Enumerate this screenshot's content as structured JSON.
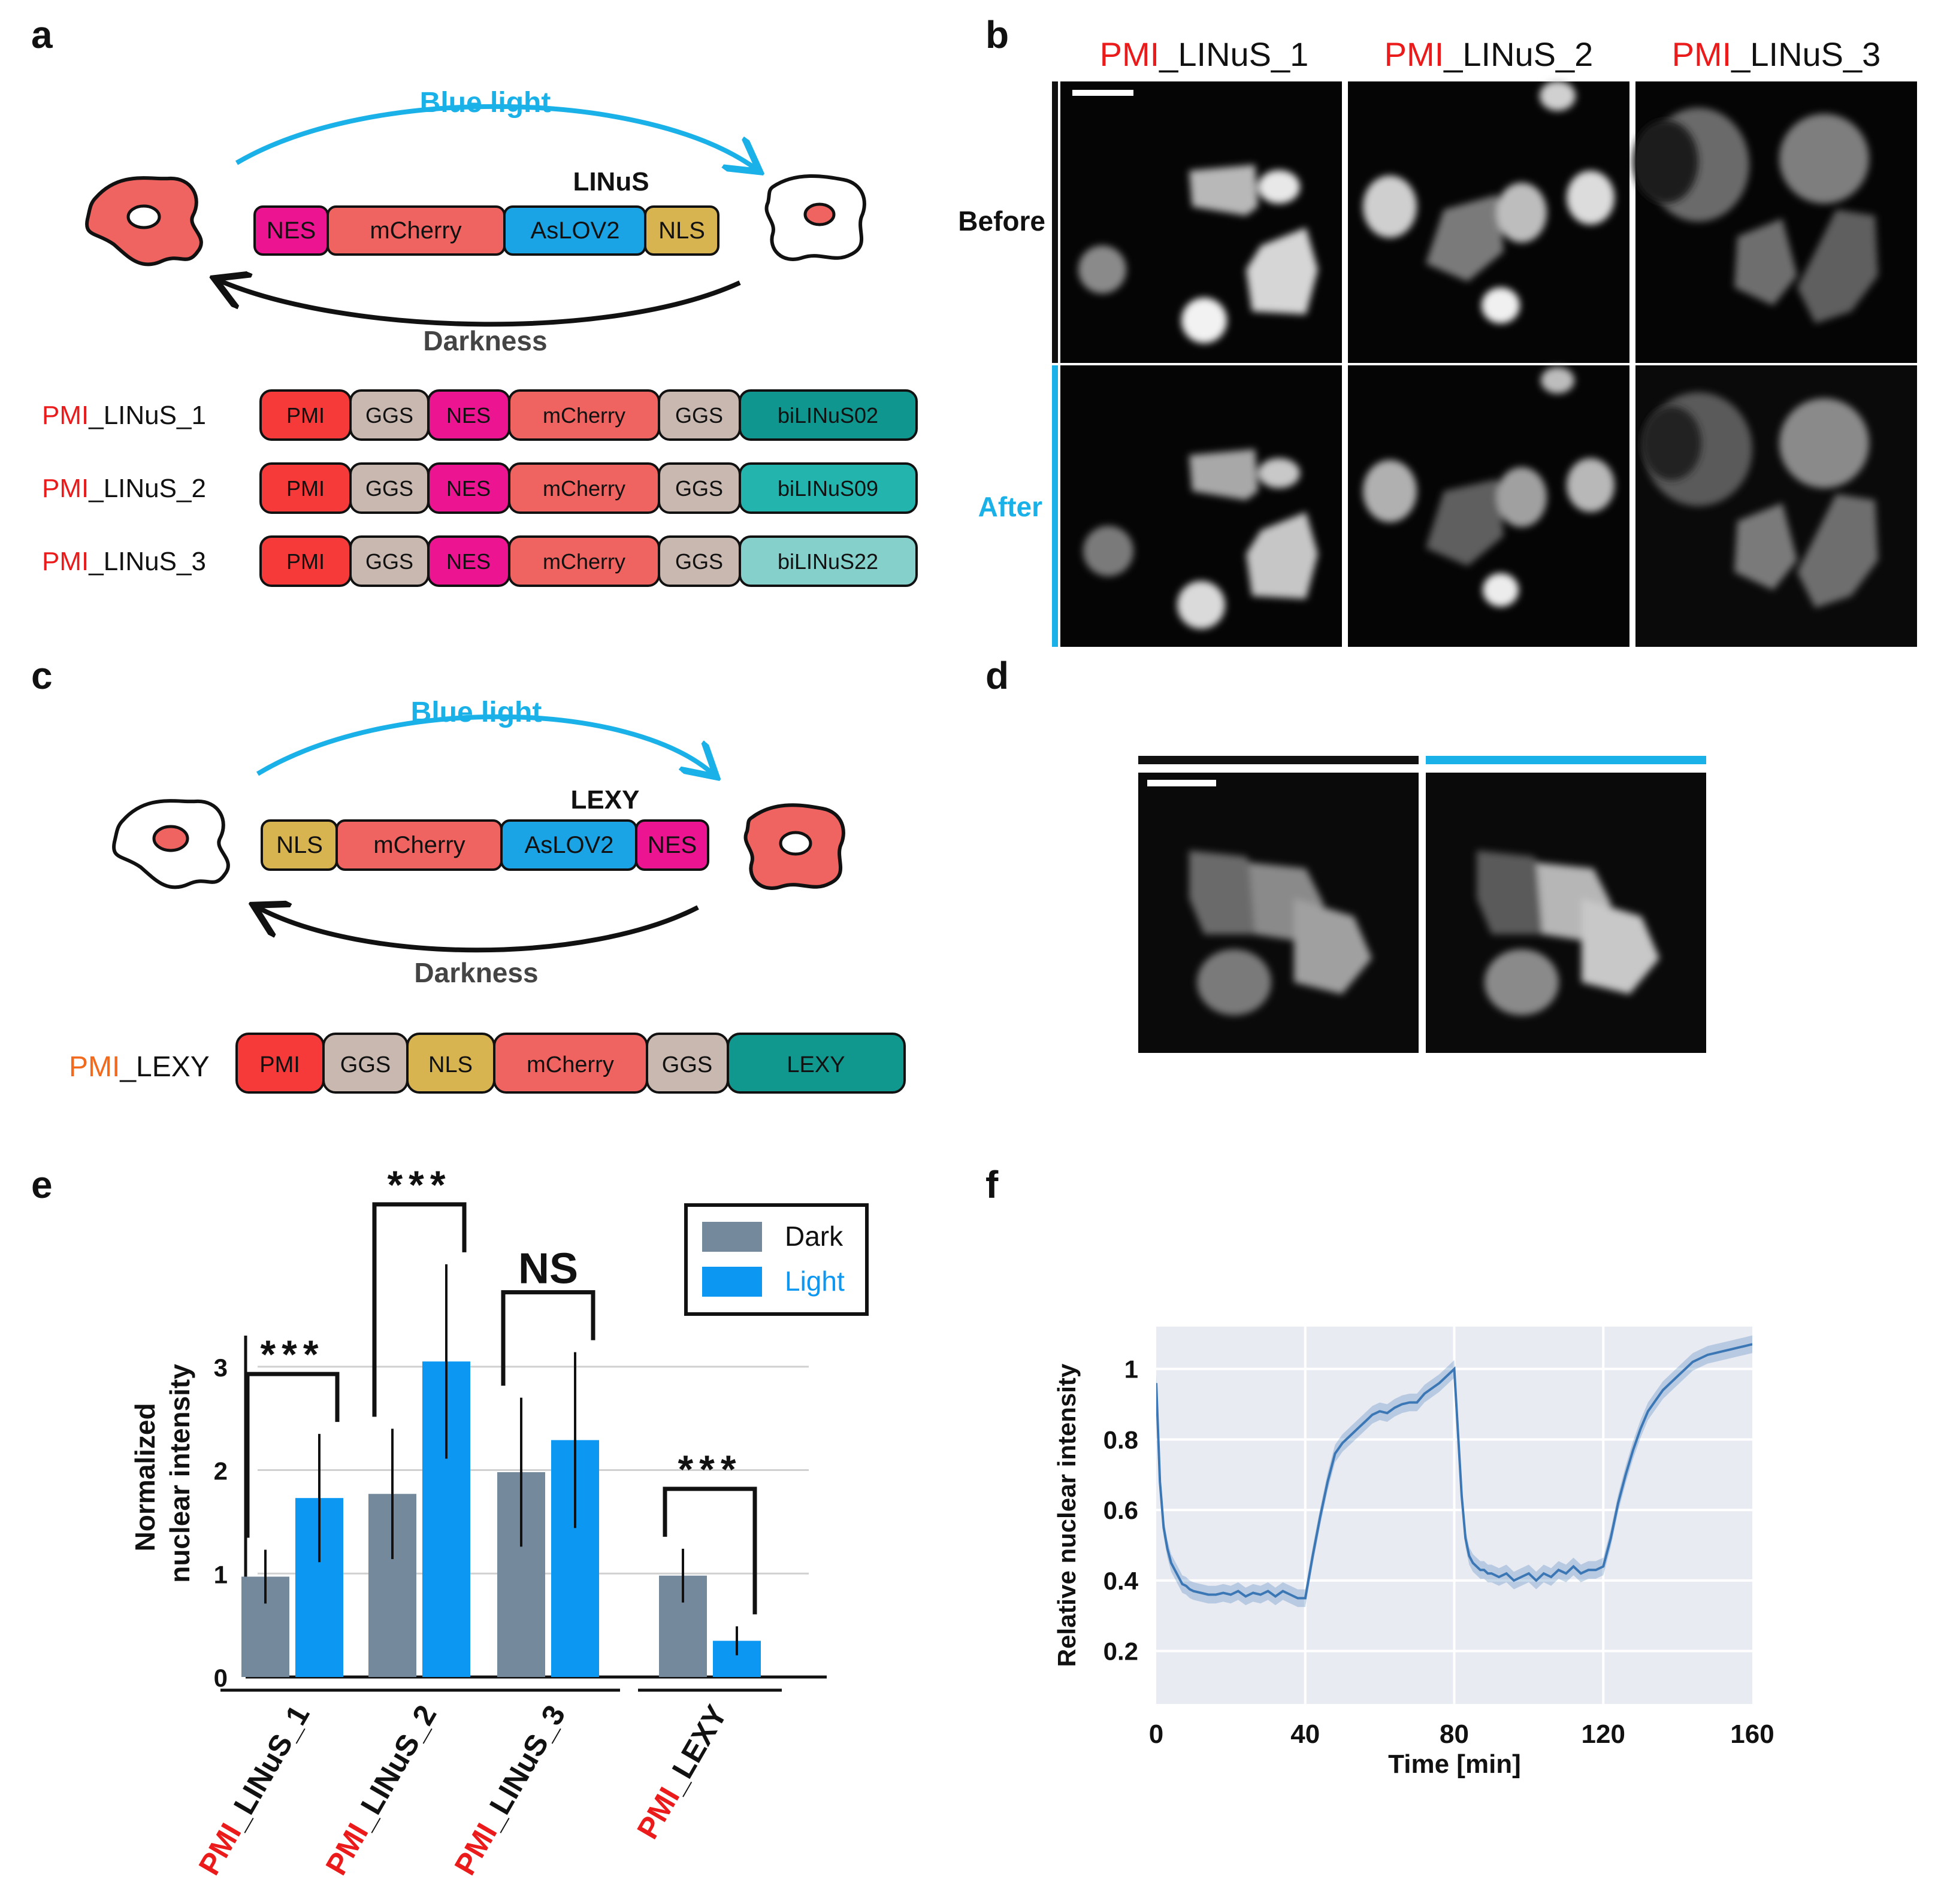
{
  "colors": {
    "nes": "#ec1491",
    "mcherry": "#ef6461",
    "aslov2": "#1aa3e5",
    "nls": "#d8b451",
    "pmi_box": "#f63a3a",
    "ggs": "#c9b8af",
    "bilinus02": "#0f968f",
    "bilinus09": "#23b5ad",
    "bilinus22": "#86d0cc",
    "lexy": "#10978e",
    "blue_light": "#1ab0e8",
    "pmi_text": "#ec1b1b",
    "pmi_text_lexy": "#f26a1d",
    "dark_bar": "#74899b",
    "light_bar": "#0b97f2",
    "line_f": "#3b76b5",
    "plot_bg_f": "#e9ebf3"
  },
  "panel_labels": {
    "a": "a",
    "b": "b",
    "c": "c",
    "d": "d",
    "e": "e",
    "f": "f"
  },
  "panel_a": {
    "blue_light": "Blue light",
    "darkness": "Darkness",
    "construct_name": "LINuS",
    "main_construct": [
      "NES",
      "mCherry",
      "AsLOV2",
      "NLS"
    ],
    "rows": [
      {
        "prefix": "PMI",
        "suffix": "_LINuS_1",
        "boxes": [
          "PMI",
          "GGS",
          "NES",
          "mCherry",
          "GGS",
          "biLINuS02"
        ]
      },
      {
        "prefix": "PMI",
        "suffix": "_LINuS_2",
        "boxes": [
          "PMI",
          "GGS",
          "NES",
          "mCherry",
          "GGS",
          "biLINuS09"
        ]
      },
      {
        "prefix": "PMI",
        "suffix": "_LINuS_3",
        "boxes": [
          "PMI",
          "GGS",
          "NES",
          "mCherry",
          "GGS",
          "biLINuS22"
        ]
      }
    ]
  },
  "panel_b": {
    "columns": [
      {
        "prefix": "PMI",
        "suffix": "_LINuS_1"
      },
      {
        "prefix": "PMI",
        "suffix": "_LINuS_2"
      },
      {
        "prefix": "PMI",
        "suffix": "_LINuS_3"
      }
    ],
    "row_before": "Before",
    "row_after": "After"
  },
  "panel_c": {
    "blue_light": "Blue light",
    "darkness": "Darkness",
    "construct_name": "LEXY",
    "main_construct": [
      "NLS",
      "mCherry",
      "AsLOV2",
      "NES"
    ],
    "row": {
      "prefix": "PMI",
      "suffix": "_LEXY",
      "boxes": [
        "PMI",
        "GGS",
        "NLS",
        "mCherry",
        "GGS",
        "LEXY"
      ]
    }
  },
  "chart_data": [
    {
      "type": "bar",
      "panel": "e",
      "ylabel": "Normalized nuclear intensity",
      "ylabel_lines": [
        "Normalized",
        "nuclear intensity"
      ],
      "ylim": [
        0,
        3.3
      ],
      "yticks": [
        0,
        1,
        2,
        3
      ],
      "grid": true,
      "legend_position": "top-right",
      "categories": [
        {
          "prefix": "PMI",
          "suffix": "_LINuS_1"
        },
        {
          "prefix": "PMI",
          "suffix": "_LINuS_2"
        },
        {
          "prefix": "PMI",
          "suffix": "_LINuS_3"
        },
        {
          "prefix": "PMI",
          "suffix": "_LEXY"
        }
      ],
      "series": [
        {
          "name": "Dark",
          "values": [
            0.97,
            1.77,
            1.98,
            0.98
          ],
          "err": [
            0.26,
            0.63,
            0.72,
            0.26
          ]
        },
        {
          "name": "Light",
          "values": [
            1.73,
            3.05,
            2.29,
            0.35
          ],
          "err": [
            0.62,
            0.94,
            0.85,
            0.14
          ]
        }
      ],
      "significance": [
        "***",
        "***",
        "NS",
        "***"
      ]
    },
    {
      "type": "line",
      "panel": "f",
      "xlabel": "Time [min]",
      "ylabel": "Relative nuclear intensity",
      "xlim": [
        0,
        160
      ],
      "ylim": [
        0.05,
        1.12
      ],
      "xticks": [
        0,
        40,
        80,
        120,
        160
      ],
      "yticks": [
        0.2,
        0.4,
        0.6,
        0.8,
        1
      ],
      "grid": true,
      "series": [
        {
          "x": [
            0,
            1,
            2,
            3,
            4,
            5,
            6,
            7,
            8,
            9,
            10,
            12,
            14,
            16,
            18,
            20,
            22,
            24,
            26,
            28,
            30,
            32,
            34,
            36,
            38,
            40,
            42,
            44,
            46,
            48,
            50,
            52,
            54,
            56,
            58,
            60,
            62,
            64,
            66,
            68,
            70,
            72,
            74,
            76,
            78,
            80,
            81,
            82,
            83,
            84,
            85,
            86,
            87,
            88,
            89,
            90,
            92,
            94,
            96,
            98,
            100,
            102,
            104,
            106,
            108,
            110,
            112,
            114,
            116,
            118,
            120,
            122,
            124,
            126,
            128,
            130,
            132,
            134,
            136,
            138,
            140,
            142,
            144,
            146,
            148,
            150,
            152,
            154,
            156,
            158,
            160
          ],
          "y": [
            0.96,
            0.68,
            0.55,
            0.49,
            0.45,
            0.43,
            0.41,
            0.39,
            0.385,
            0.375,
            0.37,
            0.365,
            0.36,
            0.36,
            0.365,
            0.36,
            0.37,
            0.355,
            0.365,
            0.36,
            0.37,
            0.355,
            0.37,
            0.36,
            0.35,
            0.35,
            0.47,
            0.58,
            0.68,
            0.76,
            0.79,
            0.81,
            0.83,
            0.85,
            0.87,
            0.88,
            0.875,
            0.89,
            0.9,
            0.905,
            0.905,
            0.93,
            0.945,
            0.96,
            0.98,
            1.0,
            0.82,
            0.64,
            0.52,
            0.47,
            0.45,
            0.44,
            0.43,
            0.43,
            0.42,
            0.42,
            0.41,
            0.42,
            0.4,
            0.41,
            0.42,
            0.4,
            0.42,
            0.41,
            0.43,
            0.42,
            0.44,
            0.42,
            0.43,
            0.43,
            0.44,
            0.52,
            0.62,
            0.7,
            0.77,
            0.83,
            0.88,
            0.91,
            0.94,
            0.96,
            0.98,
            1.0,
            1.02,
            1.03,
            1.04,
            1.045,
            1.05,
            1.055,
            1.06,
            1.065,
            1.07
          ],
          "band": 0.025
        }
      ]
    }
  ]
}
